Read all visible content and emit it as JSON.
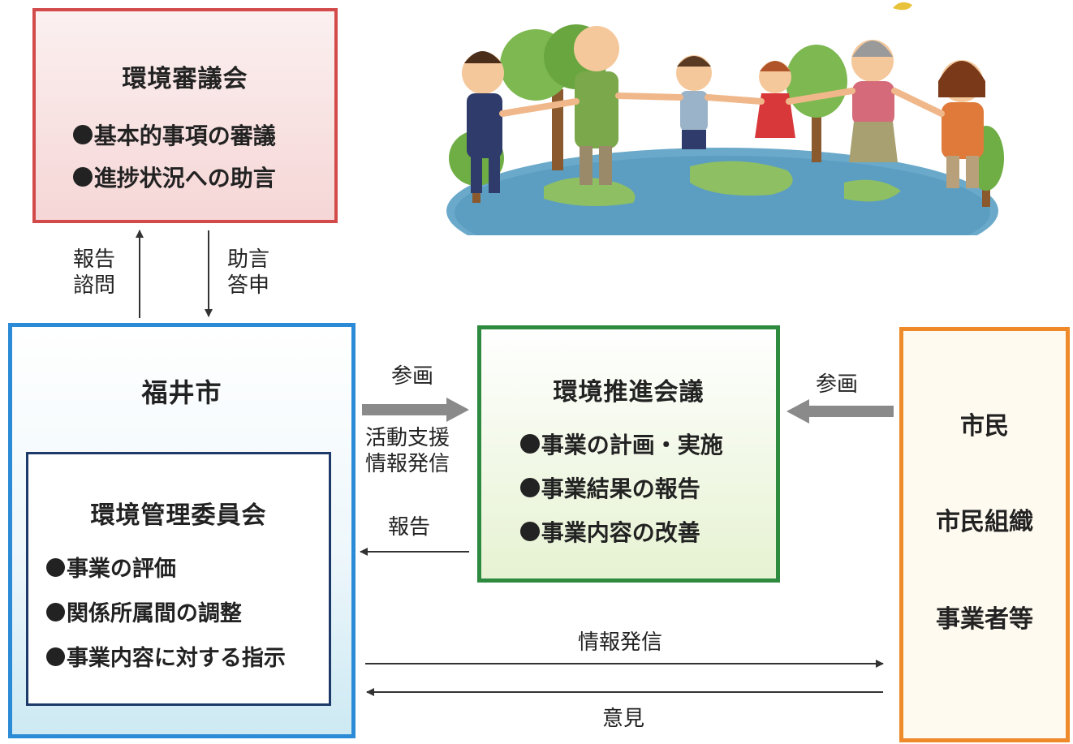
{
  "council": {
    "title": "環境審議会",
    "items": [
      "基本的事項の審議",
      "進捗状況への助言"
    ]
  },
  "city": {
    "title": "福井市",
    "committee": {
      "title": "環境管理委員会",
      "items": [
        "事業の評価",
        "関係所属間の調整",
        "事業内容に対する指示"
      ]
    }
  },
  "promotion": {
    "title": "環境推進会議",
    "items": [
      "事業の計画・実施",
      "事業結果の報告",
      "事業内容の改善"
    ]
  },
  "citizens": {
    "lines": [
      "市民",
      "市民組織",
      "事業者等"
    ]
  },
  "arrows": {
    "up_label": [
      "報告",
      "諮問"
    ],
    "down_label": [
      "助言",
      "答申"
    ],
    "city_to_promo_top": "参画",
    "city_to_promo_bottom": [
      "活動支援",
      "情報発信"
    ],
    "promo_to_city": "報告",
    "citizens_to_promo": "参画",
    "city_to_citizens": "情報発信",
    "citizens_to_city": "意見"
  },
  "colors": {
    "council_border": "#d24a4a",
    "city_border": "#2b8bd6",
    "committee_border": "#1d3a6a",
    "promotion_border": "#2e8a3e",
    "citizens_border": "#ee8a2a"
  }
}
